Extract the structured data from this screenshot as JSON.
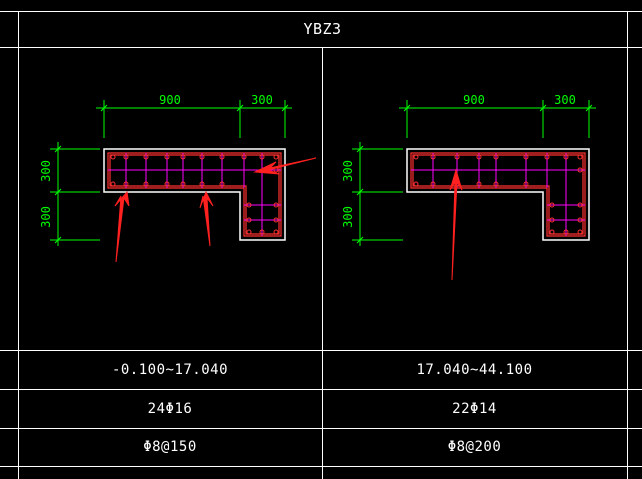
{
  "header": {
    "title": "YBZ3"
  },
  "sections": [
    {
      "dimensions": {
        "top_long": "900",
        "top_short": "300",
        "left_upper": "300",
        "left_lower": "300"
      },
      "elevation": "-0.100~17.040",
      "longitudinal_bars": "24Φ16",
      "stirrups": "Φ8@150"
    },
    {
      "dimensions": {
        "top_long": "900",
        "top_short": "300",
        "left_upper": "300",
        "left_lower": "300"
      },
      "elevation": "17.040~44.100",
      "longitudinal_bars": "22Φ14",
      "stirrups": "Φ8@200"
    }
  ],
  "colors": {
    "background": "#000000",
    "grid_lines": "#ffffff",
    "dimension": "#00ff00",
    "outline": "#ffffff",
    "rebar": "#ff3030",
    "ties": "#ff00ff",
    "arrow": "#ff2020"
  }
}
